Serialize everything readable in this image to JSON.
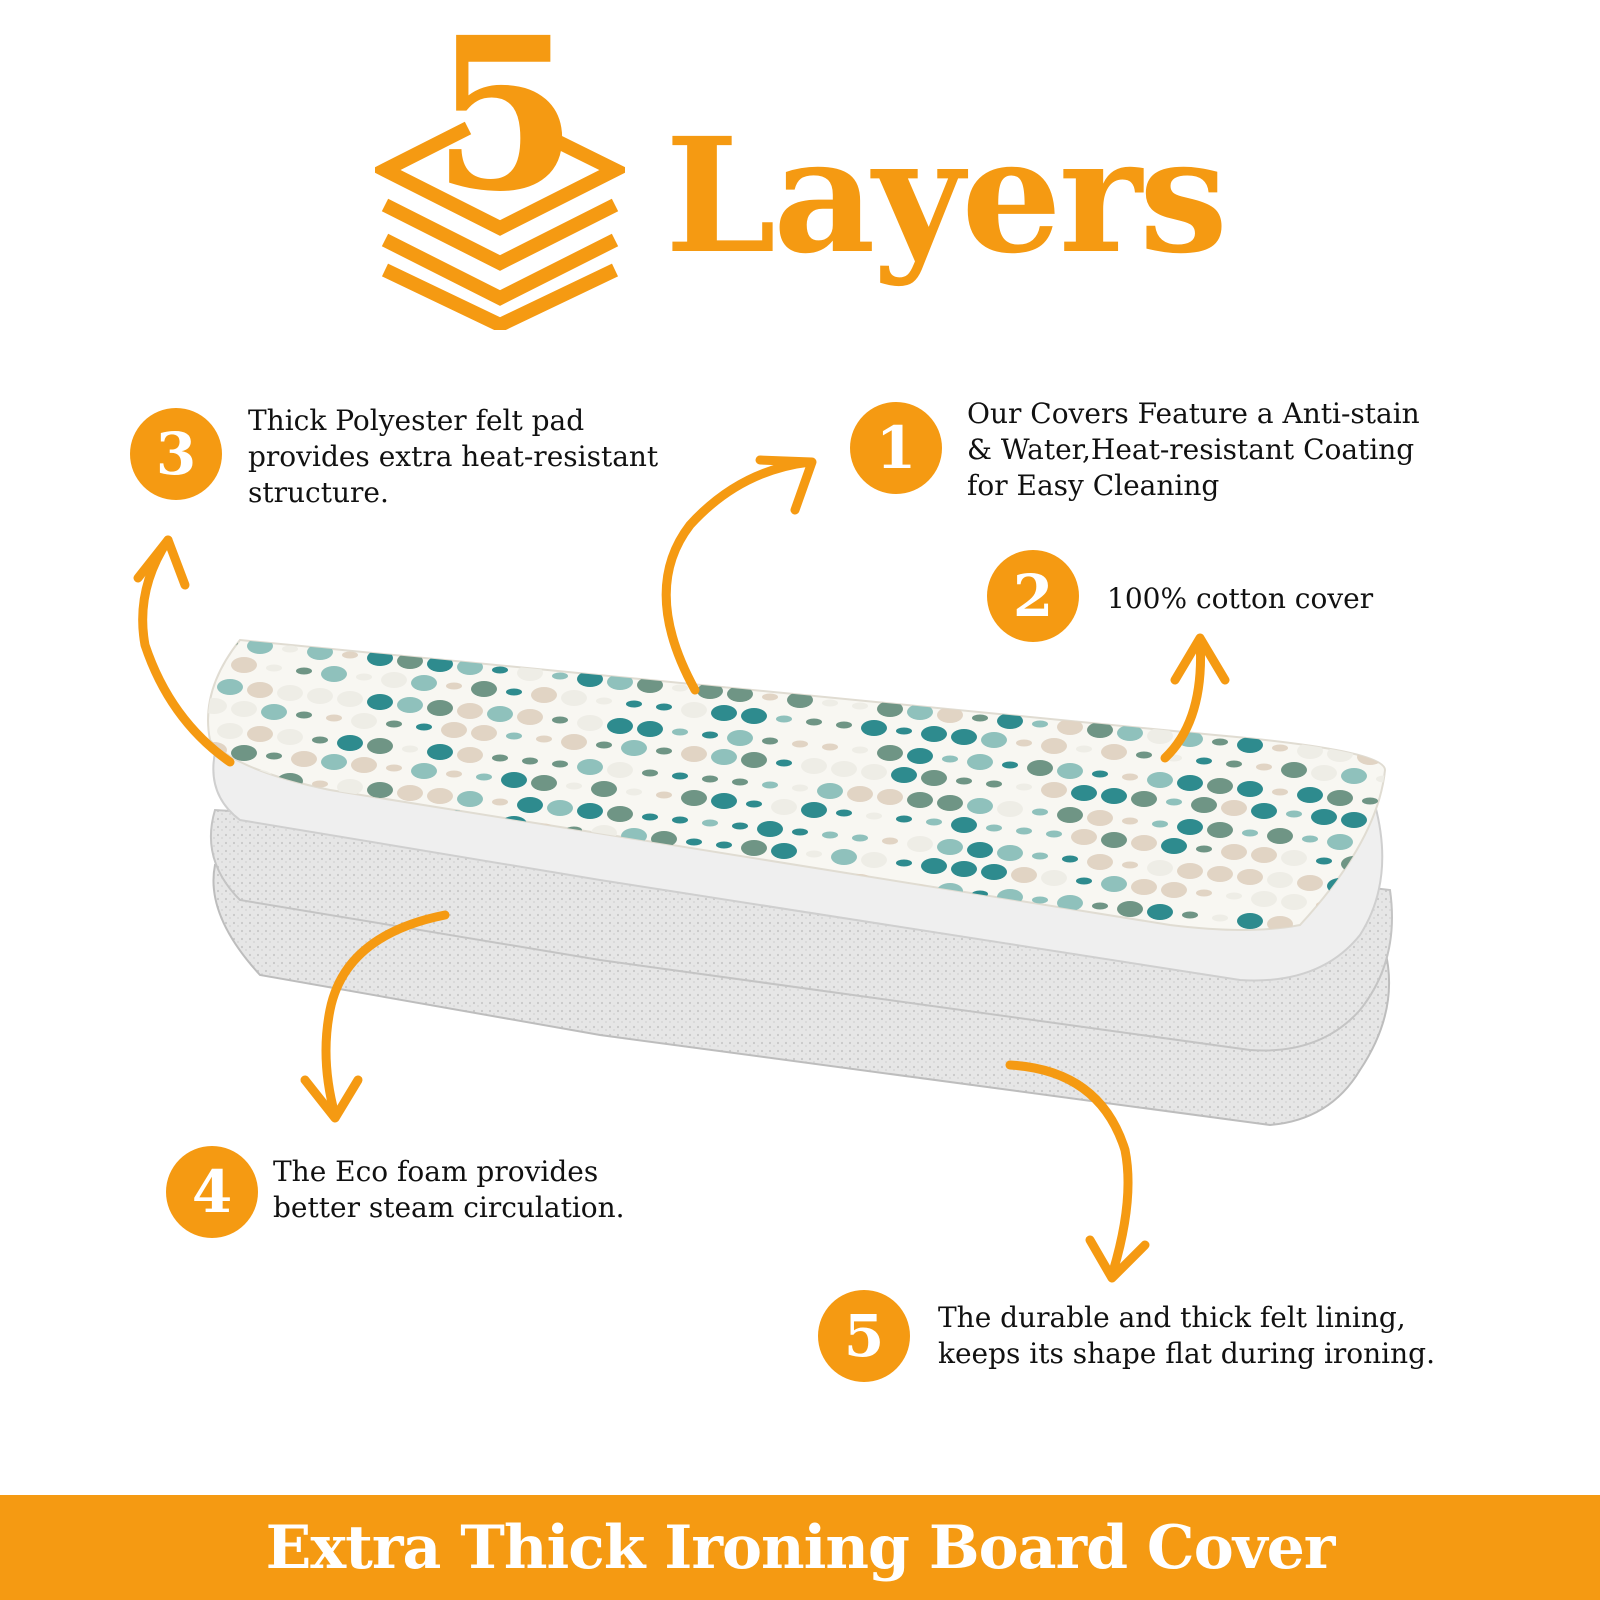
{
  "colors": {
    "accent": "#F59A12",
    "footer": "#F59A12",
    "text": "#111111",
    "dot_teal": "#2E8B8E",
    "dot_sage": "#6F9585",
    "dot_mint": "#8FC1BC",
    "dot_beige": "#E1D4C4",
    "felt": "#D9D9D9"
  },
  "header": {
    "logo_numeral": "5",
    "title_word": "Layers"
  },
  "features": [
    {
      "number": "1",
      "lines": [
        "Our Covers Feature a Anti-stain",
        "& Water,Heat-resistant Coating",
        "for Easy Cleaning"
      ]
    },
    {
      "number": "2",
      "lines": [
        "100% cotton cover"
      ]
    },
    {
      "number": "3",
      "lines": [
        "Thick Polyester felt pad",
        "provides extra heat-resistant",
        "structure."
      ]
    },
    {
      "number": "4",
      "lines": [
        "The Eco foam provides",
        "better steam circulation."
      ]
    },
    {
      "number": "5",
      "lines": [
        "The durable and thick felt lining,",
        "keeps its shape flat during ironing."
      ]
    }
  ],
  "footer": {
    "text": "Extra Thick Ironing Board Cover"
  }
}
